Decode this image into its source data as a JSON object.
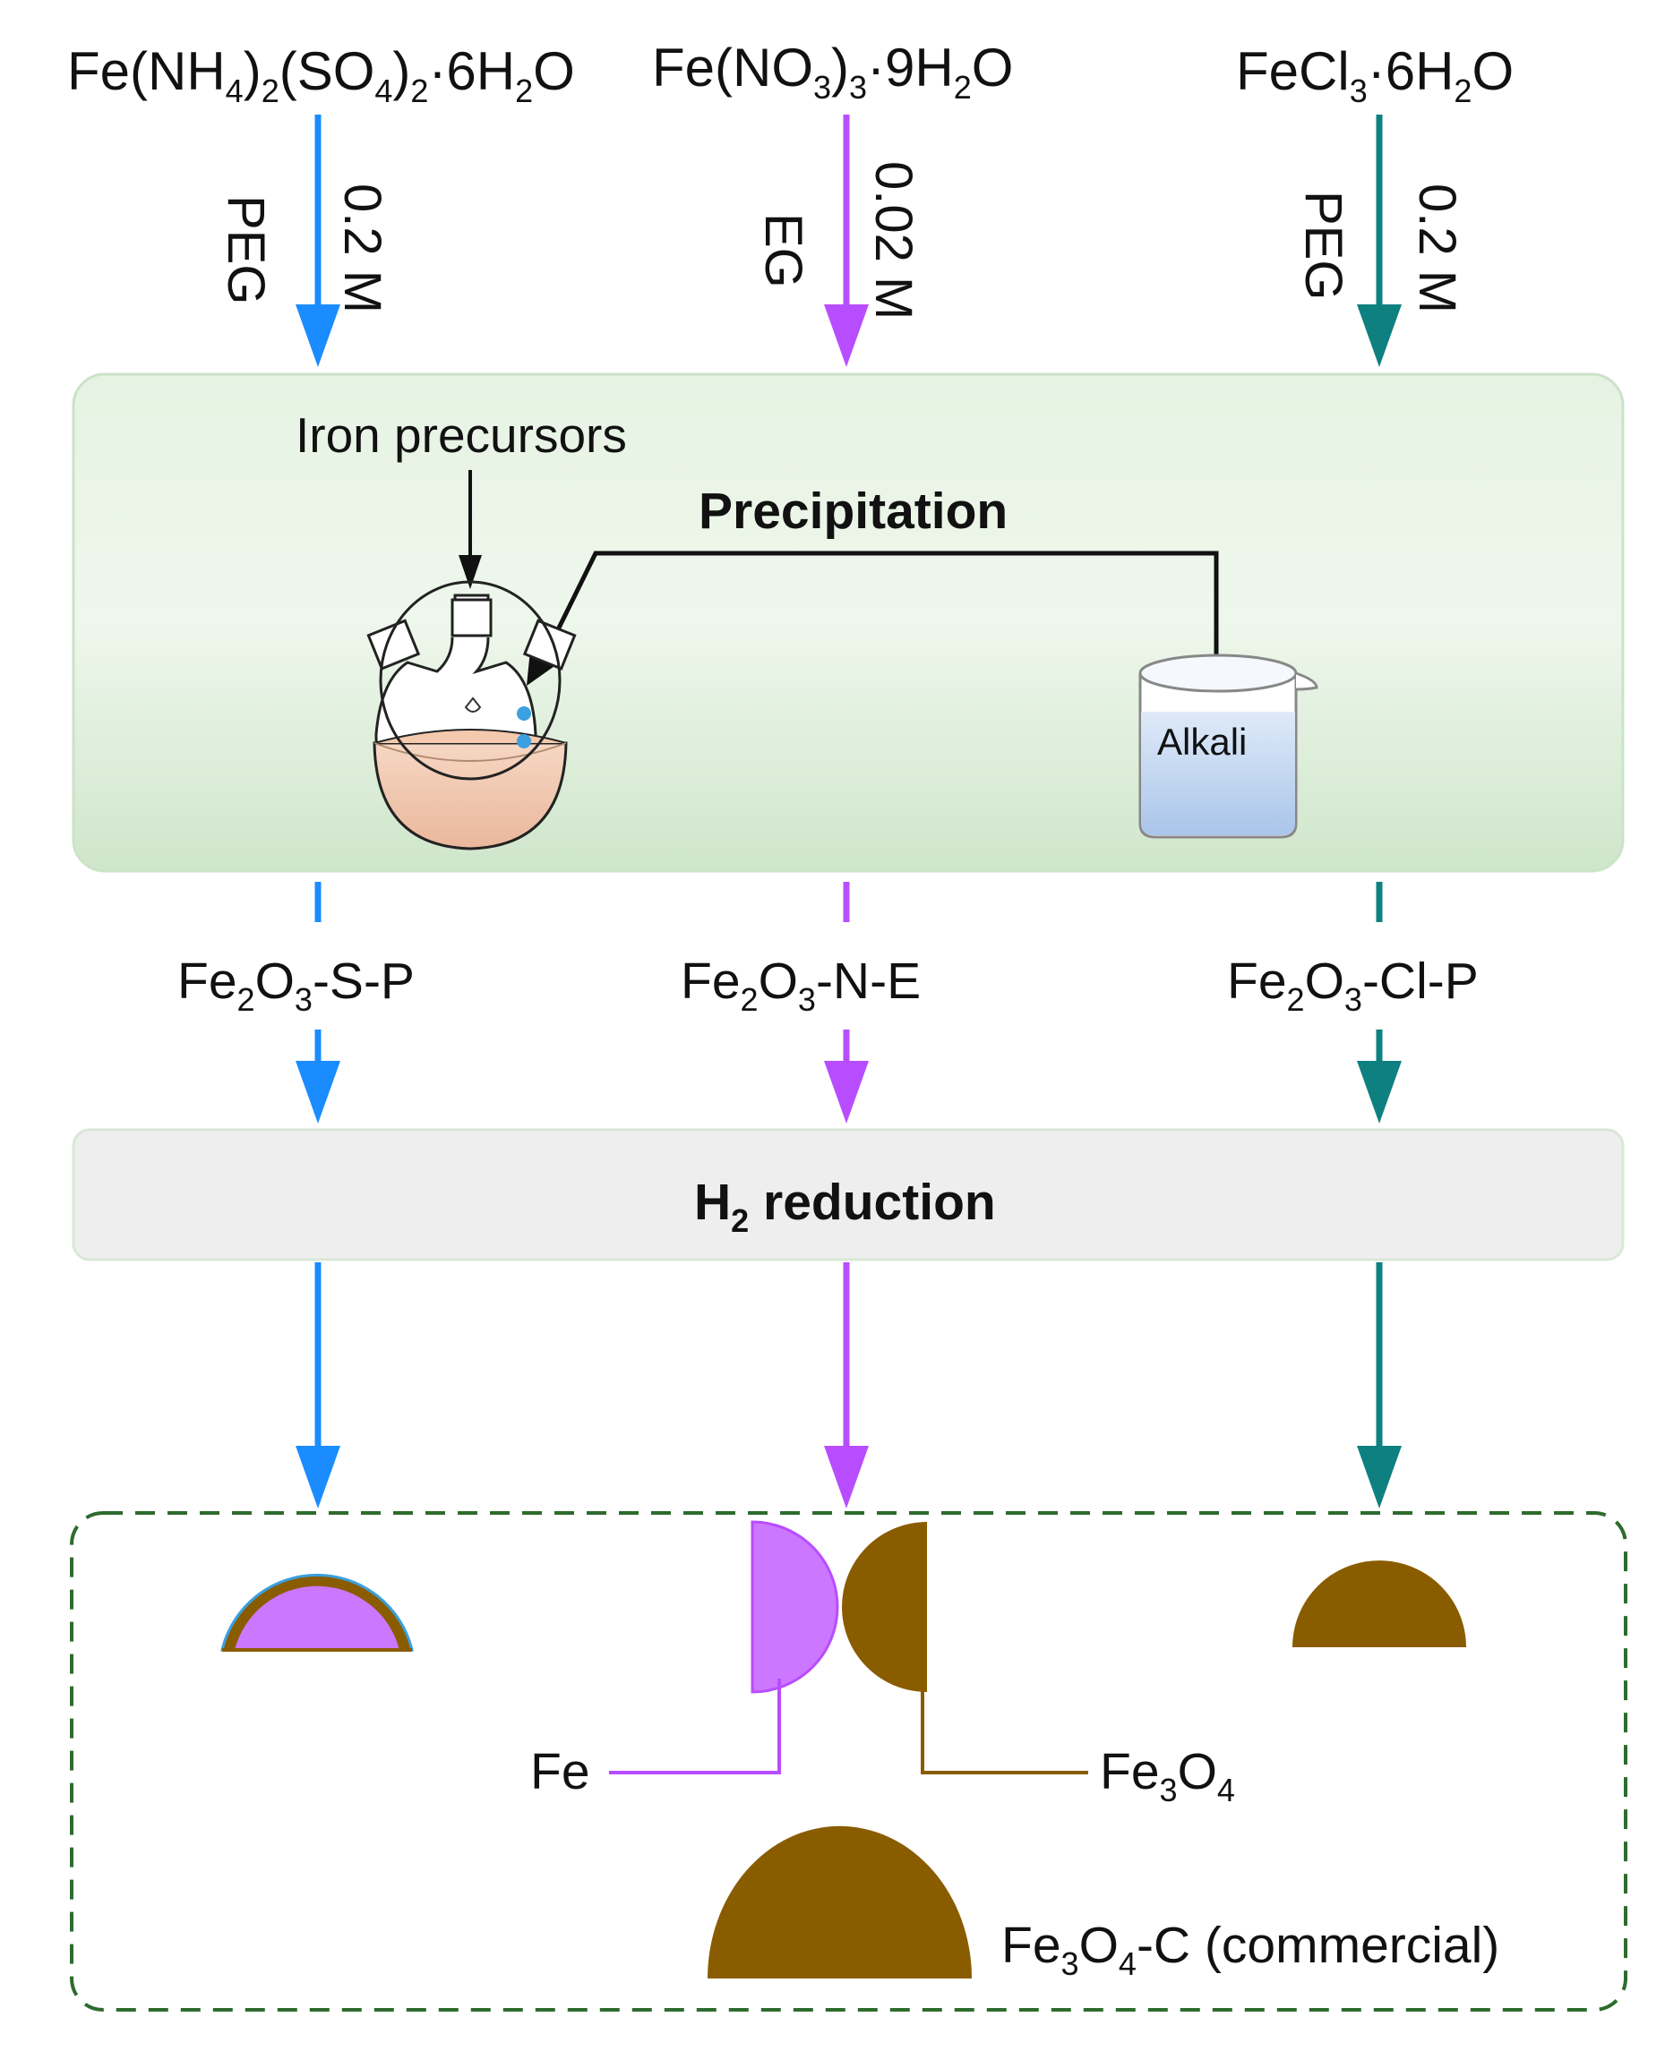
{
  "colors": {
    "blue": "#1a8cff",
    "purple": "#b84dff",
    "teal": "#0f8080",
    "brown": "#8a5c00",
    "fe_fill": "#cc77ff",
    "box_green": "#dcefd9",
    "box_gray": "#eeeeee",
    "dashed_border": "#2e6b2e"
  },
  "precursors": {
    "left": {
      "main": "Fe(NH",
      "s1": "4",
      "p2": ")",
      "s2": "2",
      "p3": "(SO",
      "s3": "4",
      "p4": ")",
      "s4": "2",
      "p5": "·6H",
      "s5": "2",
      "p6": "O"
    },
    "middle": {
      "main": "Fe(NO",
      "s1": "3",
      "p2": ")",
      "s2": "3",
      "p3": "·9H",
      "s3": "2",
      "p4": "O"
    },
    "right": {
      "main": "FeCl",
      "s1": "3",
      "p2": "·6H",
      "s2": "2",
      "p3": "O"
    }
  },
  "conditions": {
    "left": {
      "solvent": "PEG",
      "concentration": "0.2 M"
    },
    "middle": {
      "solvent": "EG",
      "concentration": "0.02 M"
    },
    "right": {
      "solvent": "PEG",
      "concentration": "0.2 M"
    }
  },
  "precipitation": {
    "title": "Precipitation",
    "iron_label": "Iron precursors",
    "beaker_label": "Alkali"
  },
  "intermediates": {
    "left": {
      "a": "Fe",
      "s1": "2",
      "b": "O",
      "s2": "3",
      "c": "-S-P"
    },
    "middle": {
      "a": "Fe",
      "s1": "2",
      "b": "O",
      "s2": "3",
      "c": "-N-E"
    },
    "right": {
      "a": "Fe",
      "s1": "2",
      "b": "O",
      "s2": "3",
      "c": "-Cl-P"
    }
  },
  "reduction": {
    "a": "H",
    "s1": "2",
    "b": " reduction"
  },
  "products": {
    "fe_label": "Fe",
    "fe3o4_label": {
      "a": "Fe",
      "s1": "3",
      "b": "O",
      "s2": "4"
    },
    "commercial_label": {
      "a": "Fe",
      "s1": "3",
      "b": "O",
      "s2": "4",
      "c": "-C (commercial)"
    }
  }
}
